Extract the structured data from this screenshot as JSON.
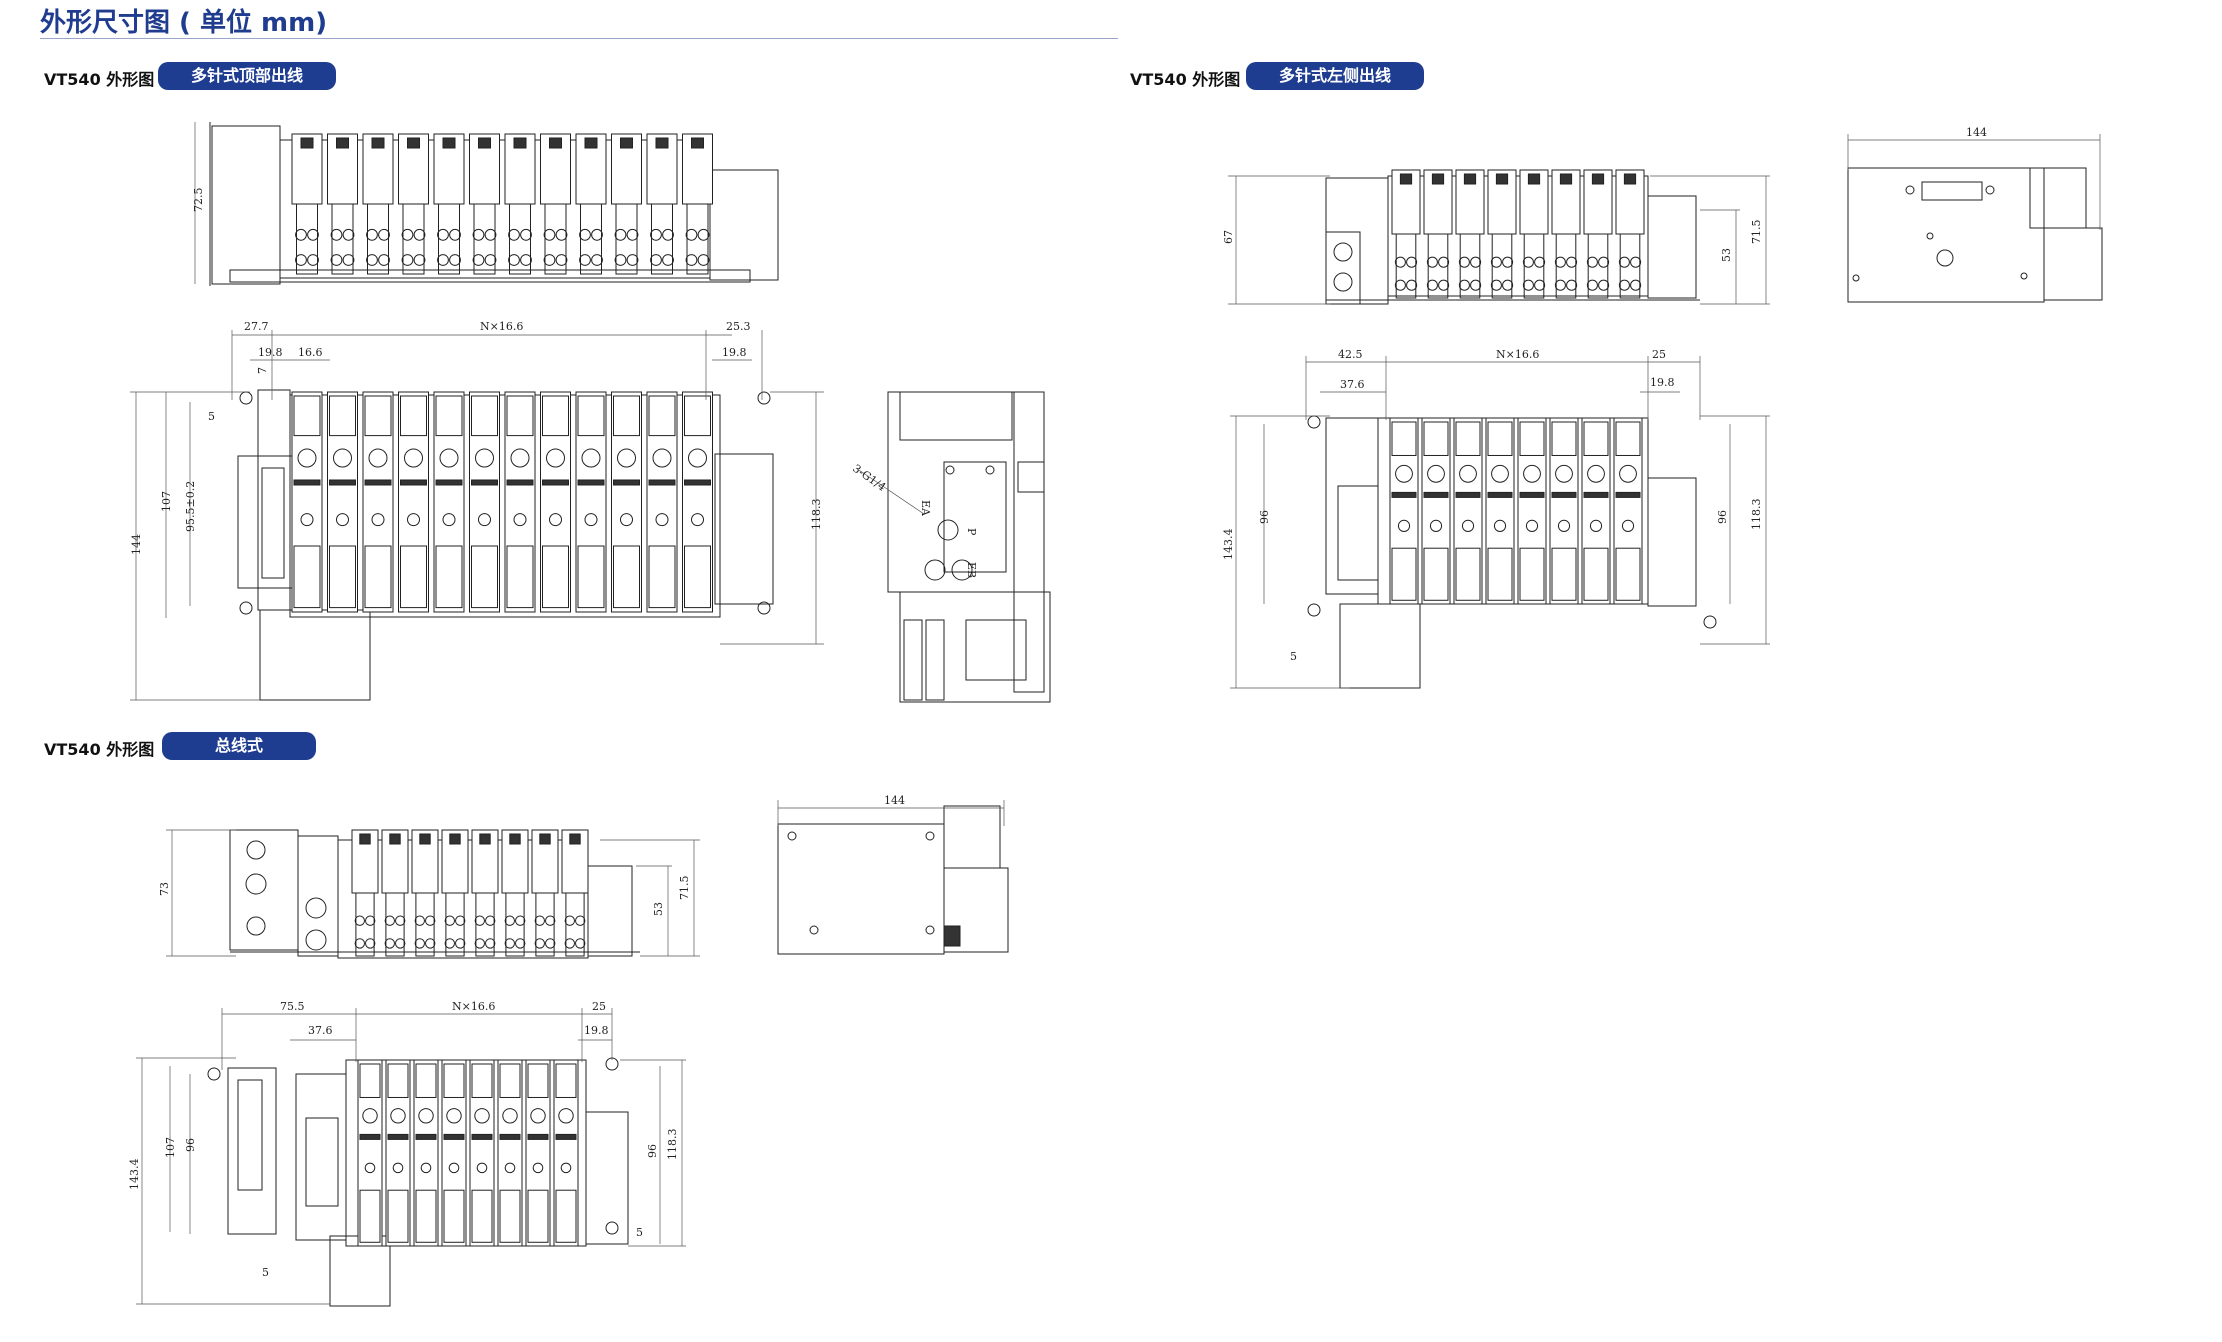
{
  "header": {
    "title": "外形尺寸图 ( 单位 mm)"
  },
  "sections": {
    "top_left": {
      "model": "VT540 外形图",
      "type": "多针式顶部出线"
    },
    "top_right": {
      "model": "VT540 外形图",
      "type": "多针式左侧出线"
    },
    "bottom_left": {
      "model": "VT540 外形图",
      "type": "总线式"
    }
  },
  "dims": {
    "d1": {
      "h": "72.5",
      "left": "27.7",
      "pitch": "N×16.6",
      "right": "25.3",
      "a": "19.8",
      "b": "16.6",
      "c": "19.8",
      "d": "7",
      "e": "5",
      "v1": "107",
      "v2": "95.5±0.2",
      "v3": "144",
      "v4": "118.3",
      "port1": "3-G1/4",
      "port2": "EA",
      "port3": "P",
      "port4": "EB"
    },
    "d2": {
      "h1": "67",
      "h2": "53",
      "h3": "71.5",
      "side_w": "144",
      "left": "42.5",
      "pitch": "N×16.6",
      "right": "25",
      "a": "37.6",
      "b": "19.8",
      "v1": "96",
      "v2": "143.4",
      "v3": "96",
      "v4": "118.3",
      "e": "5"
    },
    "d3": {
      "h1": "73",
      "h2": "53",
      "h3": "71.5",
      "side_w": "144",
      "left": "75.5",
      "pitch": "N×16.6",
      "right": "25",
      "a": "37.6",
      "b": "19.8",
      "v1": "143.4",
      "v2": "107",
      "v3": "96",
      "v4": "96",
      "v5": "118.3",
      "e": "5",
      "f": "5"
    }
  }
}
